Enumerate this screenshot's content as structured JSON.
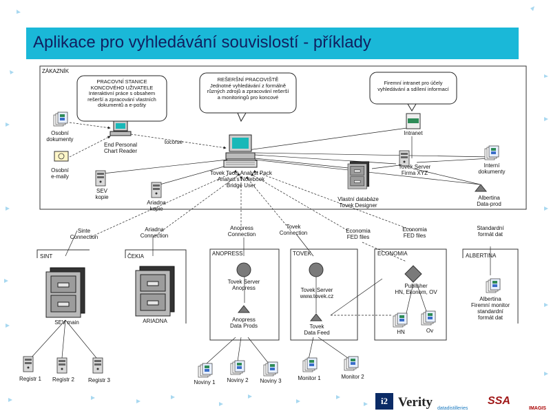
{
  "title": "Aplikace pro vyhledávání souvislostí - příklady",
  "sections": {
    "zakaznik": "ZÁKAZNÍK",
    "sint": "SINT",
    "cekia": "ČEKIA",
    "anopress": "ANOPRESS",
    "tovek": "TOVEK",
    "economia": "ECONOMIA",
    "albertina": "ALBERTINA"
  },
  "callouts": {
    "workstation": "PRACOVNÍ STANICE\nKONCOVÉHO UŽIVATELE\nInteraktivní práce s obsahem\nrešerší a zpracování vlastních\ndokumentů a e-pošty",
    "server": "REŠERŠNÍ PRACOVIŠTĚ\nJednotné vyhledávání z formálně\nrůzných zdrojů a zpracování rešerší\na monitoringů pro koncové",
    "intranet": "Firemní intranet pro účely\nvyhledávání a sdílení informací"
  },
  "labels": {
    "osobni_dokumenty": "Osobní\ndokumenty",
    "osobni_emaily": "Osobní\ne-maily",
    "end_personal": "End Personal\nChart Reader",
    "tocorse": "tocorse",
    "center": "Tovek Tools Analyst Pack\nAnalyst's Notebook\nBridge User",
    "intranet": "Intranet",
    "tovek_server_firma": "Tovek Server\nFirma XYZ",
    "interni_dokumenty": "Interní\ndokumenty",
    "vlastni_databaze": "Vlastní databáze\nTovek Designer",
    "albertina_dataprod": "Albertina\nData-prod",
    "sev_kopie": "SEV\nkopie",
    "ariadna_kopie": "Ariadna\nkopie",
    "sinte_connection": "Sinte\nConnection",
    "ariadna_connection": "Ariadna\nConnection",
    "anopress_connection": "Anopress\nConnection",
    "tovek_connection": "Tovek\nConnection",
    "economia_fed": "Economia\nFED files",
    "economia_fed2": "Economia\nFED files",
    "standardni_format": "Standardní\nformát dat",
    "sev_main": "SEV main",
    "ariadna": "ARIADNA",
    "tovek_server_anopress": "Tovek Server\nAnopress",
    "anopress_dataprod": "Anopress\nData Prods",
    "tovek_server_www": "Tovek Server\nwww.tovek.cz",
    "tovek_data_feed": "Tovek\nData Feed",
    "publisher": "Publisher\nHN, Ekonom, OV",
    "hn": "HN",
    "ov": "Ov",
    "albertina_firemni": "Albertina\nFiremní monitor\nstandardní\nformát dat",
    "registr1": "Registr 1",
    "registr2": "Registr 2",
    "registr3": "Registr 3",
    "noviny1": "Noviny 1",
    "noviny2": "Noviny 2",
    "noviny3": "Noviny 3",
    "monitor1": "Monitor 1",
    "monitor2": "Monitor 2"
  },
  "logos": {
    "i2": "i2",
    "verity": "Verity",
    "datadistilleries": "datadistilleries",
    "ssa": "SSA",
    "imagis": "IMAGIS"
  },
  "colors": {
    "title_bar": "#1ab8d8",
    "title_text": "#102060",
    "doc_green": "#2e8b57",
    "doc_blue": "#3a6ec8"
  }
}
